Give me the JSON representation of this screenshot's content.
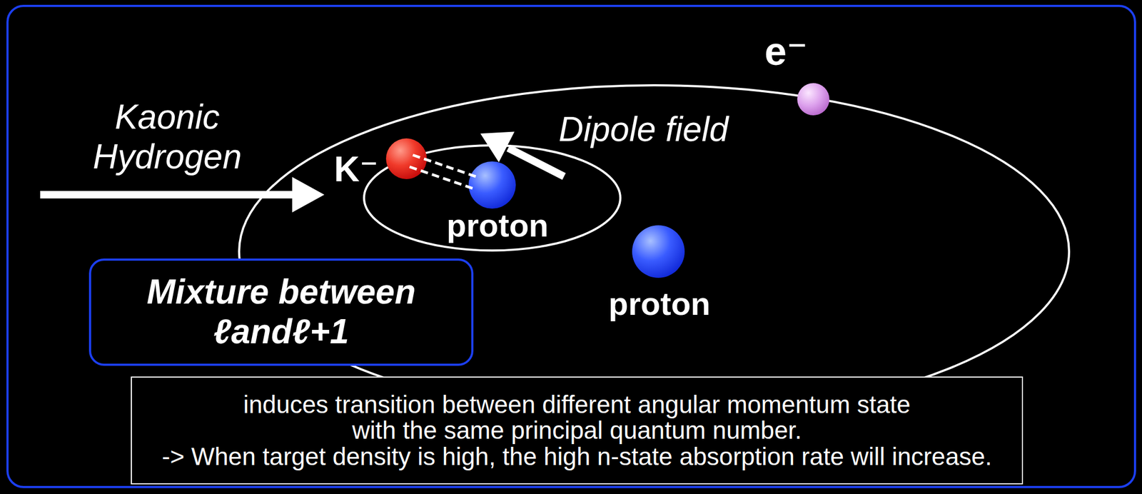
{
  "diagram": {
    "nodes": [
      {
        "text": [
          "Mixture between ℓandℓ+1"
        ]
      },
      {
        "text": [
          "induces transition between different angular momentum state with the same principal quantum number.",
          "-> When target density is high, the high n-state absorption rate will increase."
        ]
      }
    ],
    "labels": [
      "Kaonic Hydrogen",
      "K⁻",
      "Dipole field",
      "e⁻",
      "proton",
      "proton"
    ]
  }
}
